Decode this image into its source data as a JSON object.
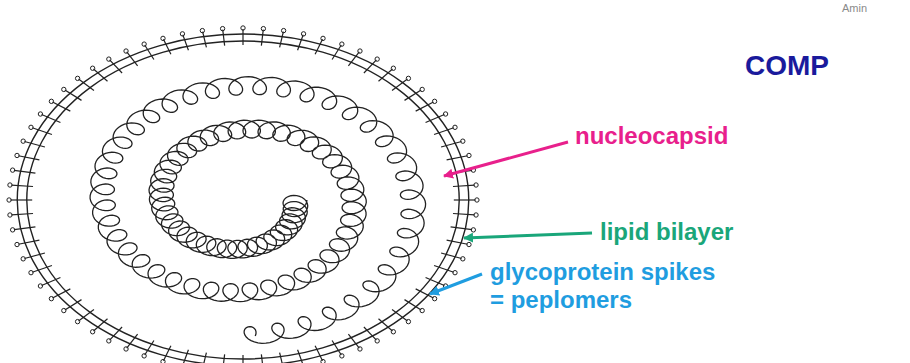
{
  "diagram": {
    "labels": [
      "Amin",
      "COMP",
      "nucleocapsid",
      "lipid bilayer",
      "glycoprotein spikes = peplomers"
    ]
  }
}
